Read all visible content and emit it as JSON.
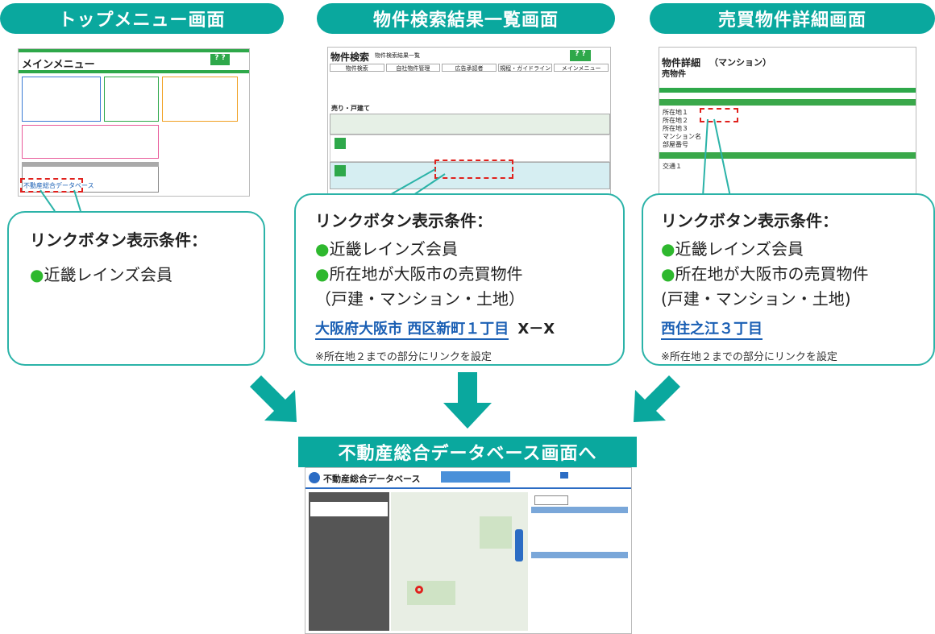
{
  "headers": {
    "top_menu": "トップメニュー画面",
    "search_list": "物件検索結果一覧画面",
    "sale_detail": "売買物件詳細画面"
  },
  "screens": {
    "top_menu": {
      "title": "メインメニュー",
      "link_text": "不動産総合データベース"
    },
    "search_list": {
      "title": "物件検索",
      "subtitle": "物件検索結果一覧",
      "menu": [
        "物件検索",
        "自社物件管理",
        "広告承認者",
        "規程・ガイドライン",
        "メインメニュー"
      ],
      "section": "売り・戸建て"
    },
    "sale_detail": {
      "title": "物件詳細",
      "type": "（マンション）",
      "subtitle": "売物件",
      "field1": "所在地１",
      "field2": "所在地２",
      "field3": "所在地３",
      "field4": "マンション名",
      "field5": "部屋番号",
      "field6": "交通１"
    }
  },
  "callouts": {
    "left": {
      "title": "リンクボタン表示条件：",
      "items": [
        "近畿レインズ会員"
      ]
    },
    "middle": {
      "title": "リンクボタン表示条件：",
      "items": [
        "近畿レインズ会員",
        "所在地が大阪市の売買物件"
      ],
      "sub": "（戸建・マンション・土地）",
      "address_link": "大阪府大阪市 西区新町１丁目",
      "address_rest": "X－X",
      "note": "※所在地２までの部分にリンクを設定"
    },
    "right": {
      "title": "リンクボタン表示条件：",
      "items": [
        "近畿レインズ会員",
        "所在地が大阪市の売買物件"
      ],
      "sub": "(戸建・マンション・土地)",
      "address_link": "西住之江３丁目",
      "note": "※所在地２までの部分にリンクを設定"
    }
  },
  "destination": {
    "banner": "不動産総合データベース画面へ",
    "app_title": "不動産総合データベース"
  },
  "colors": {
    "teal": "#0aa89e",
    "link_blue": "#1a5fb4",
    "bullet_green": "#2eb82e",
    "dash_red": "#e0211d"
  }
}
